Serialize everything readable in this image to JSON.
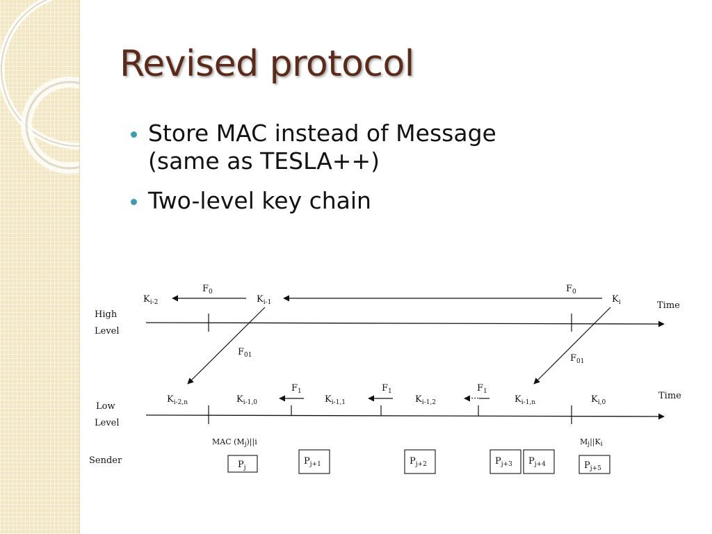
{
  "slide": {
    "title": "Revised protocol",
    "bullets": [
      {
        "line1": "Store MAC instead of Message",
        "line2": "(same as TESLA++)"
      },
      {
        "line1": "Two-level key chain"
      }
    ]
  },
  "diagram": {
    "rows": {
      "high_line1": "High",
      "high_line2": "Level",
      "low_line1": "Low",
      "low_line2": "Level",
      "sender": "Sender"
    },
    "time_label_high": "Time",
    "time_label_low": "Time",
    "high_keys": [
      {
        "base": "K",
        "sub": "i-2"
      },
      {
        "base": "K",
        "sub": "i-1"
      },
      {
        "base": "K",
        "sub": "i"
      }
    ],
    "high_funcs": [
      {
        "base": "F",
        "sub": "0"
      },
      {
        "base": "F",
        "sub": "0"
      }
    ],
    "cross_funcs": [
      {
        "base": "F",
        "sub": "01"
      },
      {
        "base": "F",
        "sub": "01"
      }
    ],
    "low_keys": [
      {
        "base": "K",
        "sub": "i-2,n"
      },
      {
        "base": "K",
        "sub": "i-1,0"
      },
      {
        "base": "K",
        "sub": "i-1,1"
      },
      {
        "base": "K",
        "sub": "i-1,2"
      },
      {
        "base": "K",
        "sub": "i-1,n"
      },
      {
        "base": "K",
        "sub": "i,0"
      }
    ],
    "low_funcs": [
      {
        "base": "F",
        "sub": "1"
      },
      {
        "base": "F",
        "sub": "1"
      },
      {
        "base": "F",
        "sub": "1"
      }
    ],
    "ellipsis": "···",
    "annotations": {
      "mac": {
        "pre": "MAC (M",
        "sub": "j",
        "post": ")||i"
      },
      "mk": {
        "pre": "M",
        "sub": "j",
        "mid": "||K",
        "sub2": "i"
      }
    },
    "packets": [
      {
        "base": "P",
        "sub": "j"
      },
      {
        "base": "P",
        "sub": "j+1"
      },
      {
        "base": "P",
        "sub": "j+2"
      },
      {
        "base": "P",
        "sub": "j+3"
      },
      {
        "base": "P",
        "sub": "j+4"
      },
      {
        "base": "P",
        "sub": "j+5"
      }
    ]
  }
}
